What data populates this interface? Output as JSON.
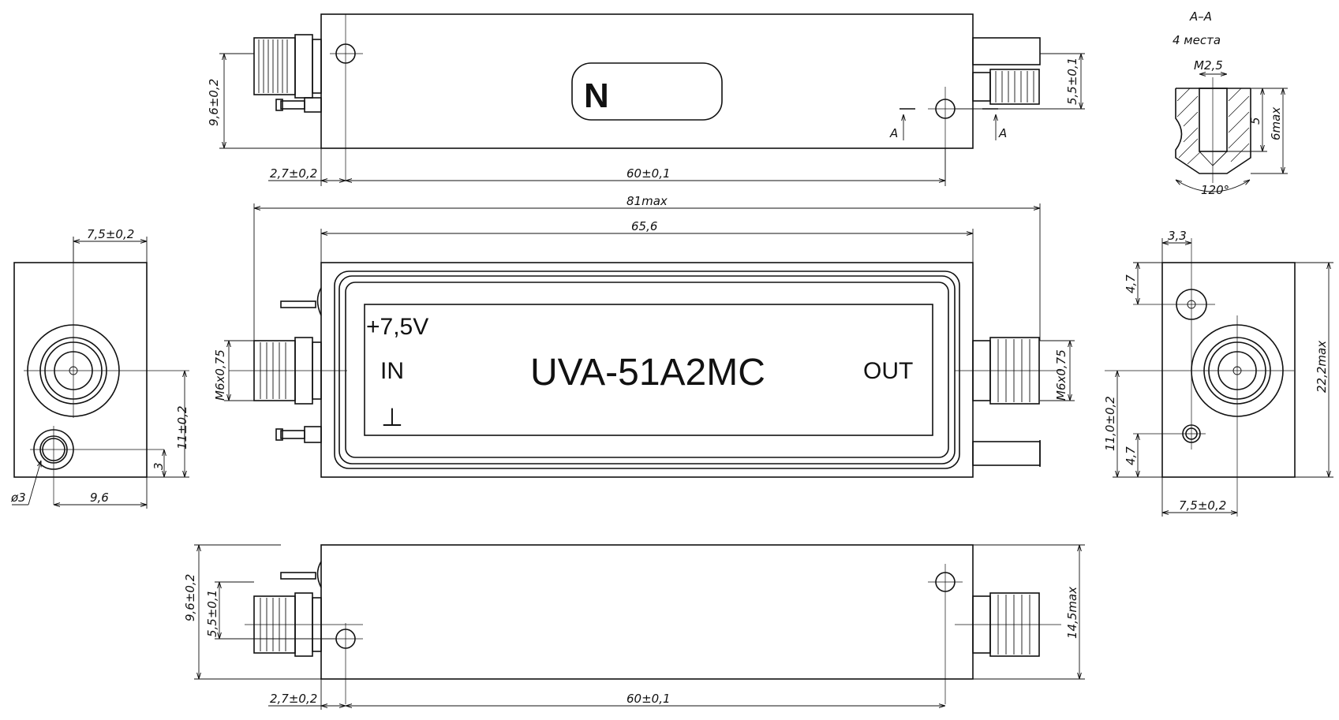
{
  "labels": {
    "badge": "N",
    "model": "UVA-51A2MC",
    "supply": "+7,5V",
    "input": "IN",
    "output": "OUT",
    "ground": "⊥"
  },
  "section": {
    "title": "A–A",
    "count": "4  места",
    "mark": "A",
    "thread": "M2,5",
    "depth": "5",
    "depth_max": "6max",
    "angle": "120°"
  },
  "dims": {
    "top_height": "9,6±0,2",
    "top_offset": "2,7±0,2",
    "top_pitch": "60±0,1",
    "top_right": "5,5±0,1",
    "overall": "81max",
    "body_len": "65,6",
    "thread_in": "M6x0,75",
    "thread_out": "M6x0,75",
    "left_center": "7,5±0,2",
    "left_height": "11±0,2",
    "left_small": "3",
    "left_hole": "ø3",
    "left_width": "9,6",
    "right_top": "3,3",
    "right_a": "4,7",
    "right_b": "4,7",
    "right_h": "11,0±0,2",
    "right_total": "22,2max",
    "right_center": "7,5±0,2",
    "bot_height": "9,6±0,2",
    "bot_inner": "5,5±0,1",
    "bot_total": "14,5max",
    "bot_offset": "2,7±0,2",
    "bot_pitch": "60±0,1"
  }
}
